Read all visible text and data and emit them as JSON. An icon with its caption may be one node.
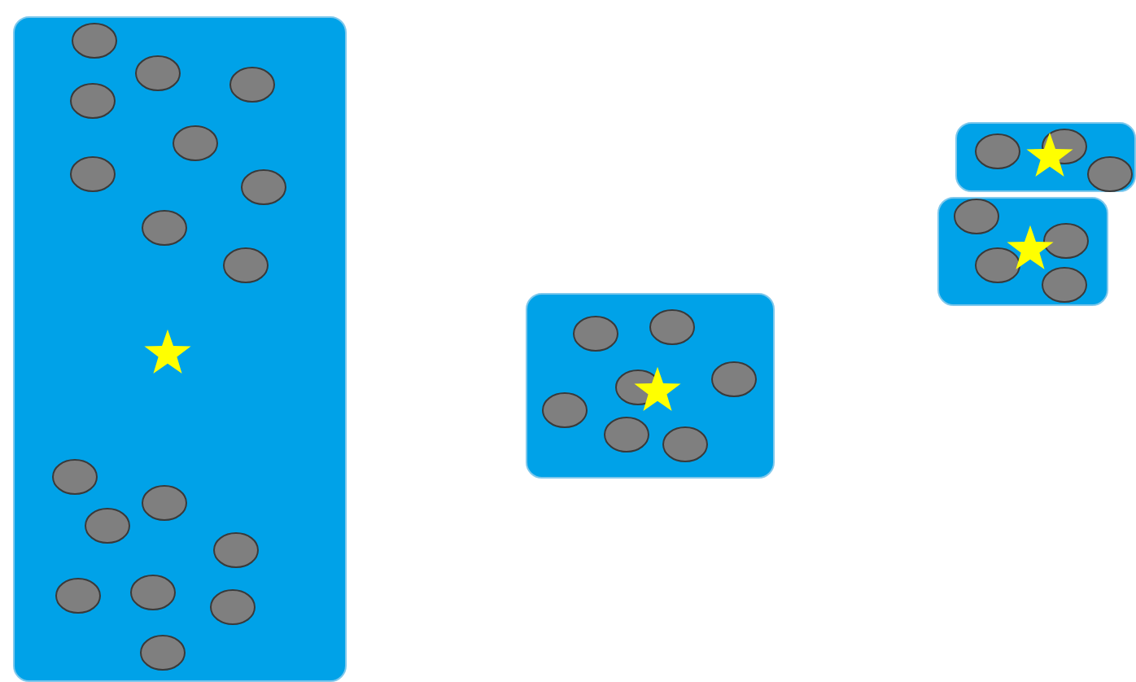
{
  "diagram": {
    "nodes": [
      {
        "text": [],
        "shape": "box"
      },
      {
        "text": [],
        "shape": "circle",
        "in": 0
      },
      {
        "text": [],
        "shape": "circle",
        "in": 0
      },
      {
        "text": [],
        "shape": "circle",
        "in": 0
      },
      {
        "text": [],
        "shape": "circle",
        "in": 0
      },
      {
        "text": [],
        "shape": "circle",
        "in": 0
      },
      {
        "text": [],
        "shape": "circle",
        "in": 0
      },
      {
        "text": [],
        "shape": "circle",
        "in": 0
      },
      {
        "text": [],
        "shape": "circle",
        "in": 0
      },
      {
        "text": [],
        "shape": "circle",
        "in": 0
      },
      {
        "text": [],
        "shape": "star",
        "in": 0
      },
      {
        "text": [],
        "shape": "circle",
        "in": 0
      },
      {
        "text": [],
        "shape": "circle",
        "in": 0
      },
      {
        "text": [],
        "shape": "circle",
        "in": 0
      },
      {
        "text": [],
        "shape": "circle",
        "in": 0
      },
      {
        "text": [],
        "shape": "circle",
        "in": 0
      },
      {
        "text": [],
        "shape": "circle",
        "in": 0
      },
      {
        "text": [],
        "shape": "circle",
        "in": 0
      },
      {
        "text": [],
        "shape": "circle",
        "in": 0
      },
      {
        "text": [],
        "shape": "box"
      },
      {
        "text": [],
        "shape": "circle",
        "in": 19
      },
      {
        "text": [],
        "shape": "circle",
        "in": 19
      },
      {
        "text": [],
        "shape": "circle",
        "in": 19
      },
      {
        "text": [],
        "shape": "circle",
        "in": 19
      },
      {
        "text": [],
        "shape": "circle",
        "in": 19
      },
      {
        "text": [],
        "shape": "circle",
        "in": 19
      },
      {
        "text": [],
        "shape": "circle",
        "in": 19
      },
      {
        "text": [],
        "shape": "star",
        "in": 19
      },
      {
        "text": [],
        "shape": "box"
      },
      {
        "text": [],
        "shape": "circle",
        "in": 28
      },
      {
        "text": [],
        "shape": "circle",
        "in": 28
      },
      {
        "text": [],
        "shape": "circle",
        "in": 28
      },
      {
        "text": [],
        "shape": "star",
        "in": 28
      },
      {
        "text": [],
        "shape": "box"
      },
      {
        "text": [],
        "shape": "circle",
        "in": 33
      },
      {
        "text": [],
        "shape": "circle",
        "in": 33
      },
      {
        "text": [],
        "shape": "circle",
        "in": 33
      },
      {
        "text": [],
        "shape": "circle",
        "in": 33
      },
      {
        "text": [],
        "shape": "star",
        "in": 33
      }
    ]
  }
}
